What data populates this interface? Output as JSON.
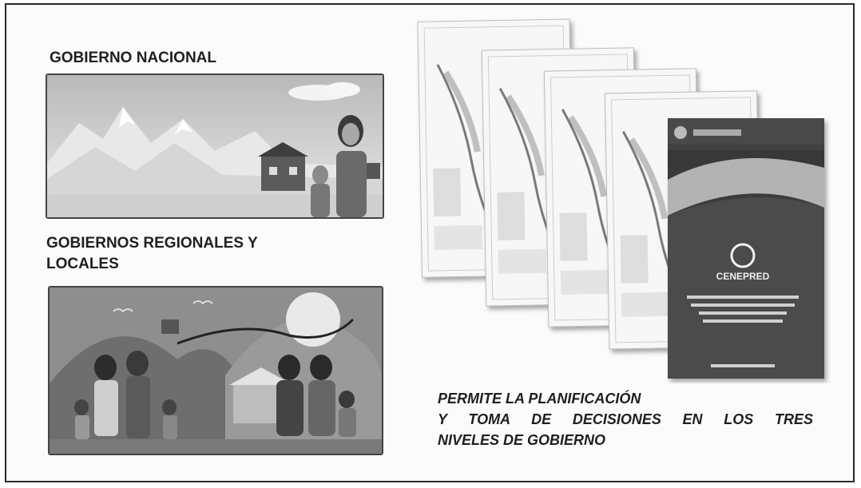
{
  "headings": {
    "national": "GOBIERNO NACIONAL",
    "regional_line1": "GOBIERNOS REGIONALES Y",
    "regional_line2": "LOCALES"
  },
  "caption": {
    "line1": "PERMITE LA PLANIFICACIÓN",
    "line2": "Y  TOMA  DE  DECISIONES  EN  LOS  TRES",
    "line3": "NIVELES DE GOBIERNO"
  },
  "cover": {
    "brand": "CENEPRED"
  }
}
